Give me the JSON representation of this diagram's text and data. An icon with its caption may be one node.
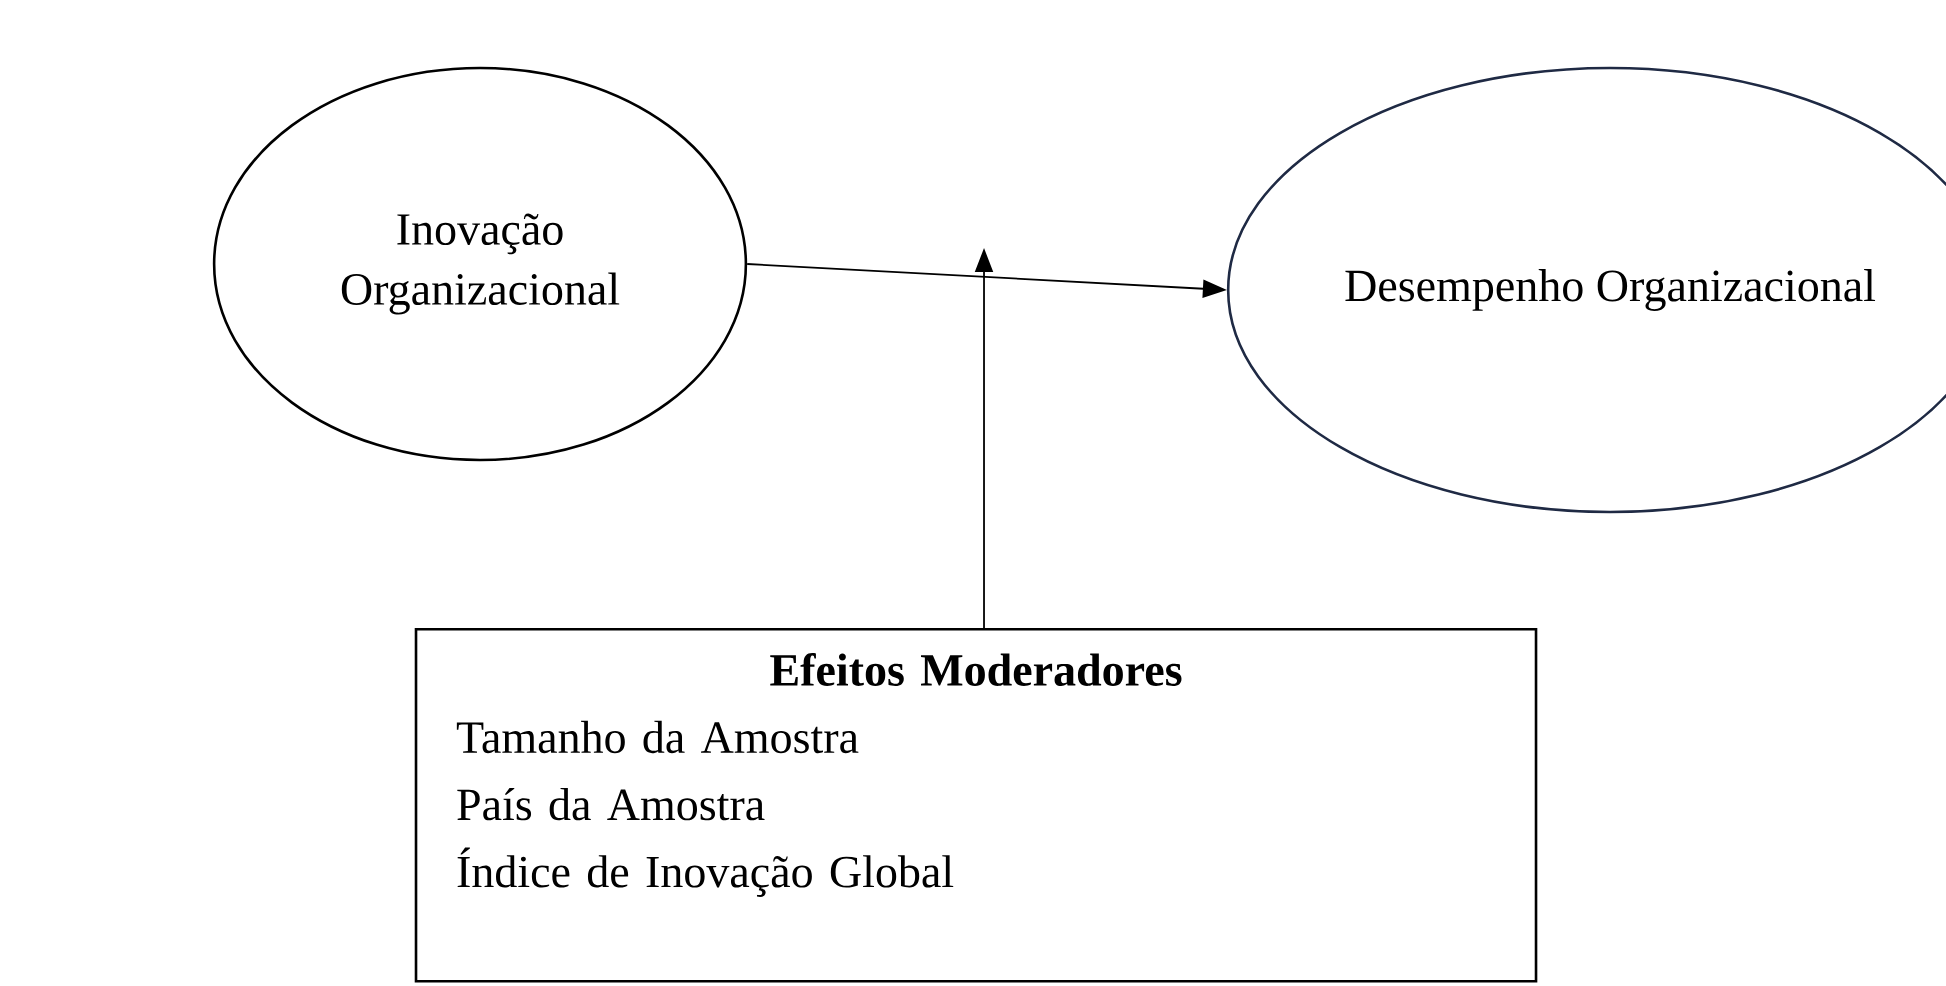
{
  "diagram": {
    "nodes": [
      {
        "text": [
          "Inovação Organizacional"
        ]
      },
      {
        "text": [
          "Desempenho Organizacional"
        ]
      },
      {
        "text": [
          "Efeitos Moderadores",
          "Tamanho da Amostra",
          "País da Amostra",
          "Índice de Inovação Global"
        ]
      }
    ],
    "edges": [
      {
        "from": 0,
        "to": 1,
        "arrow": "to"
      },
      {
        "from": 2,
        "to": null,
        "arrow": "to"
      }
    ]
  }
}
